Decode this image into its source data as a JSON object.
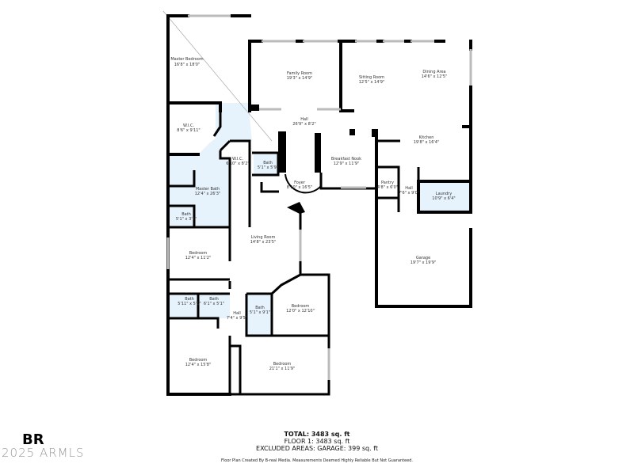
{
  "rooms": [
    {
      "name": "Master Bedroom",
      "dims": "16'8\" x 18'0\""
    },
    {
      "name": "Family Room",
      "dims": "19'3\" x 14'9\""
    },
    {
      "name": "Sitting Room",
      "dims": "12'5\" x 14'9\""
    },
    {
      "name": "Dining Area",
      "dims": "14'6\" x 12'5\""
    },
    {
      "name": "Hall",
      "dims": "26'9\" x 8'2\""
    },
    {
      "name": "W.I.C.",
      "dims": "8'6\" x 9'11\""
    },
    {
      "name": "Kitchen",
      "dims": "19'8\" x 16'4\""
    },
    {
      "name": "Breakfast Nook",
      "dims": "12'9\" x 11'9\""
    },
    {
      "name": "W.I.C.",
      "dims": "6'10\" x 8'2\""
    },
    {
      "name": "Bath",
      "dims": "5'1\" x 5'9\""
    },
    {
      "name": "Foyer",
      "dims": "8'10\" x 16'5\""
    },
    {
      "name": "Pantry",
      "dims": "4'8\" x 6'0\""
    },
    {
      "name": "Hall",
      "dims": "7'6\" x 9'0\""
    },
    {
      "name": "Laundry",
      "dims": "10'9\" x 6'4\""
    },
    {
      "name": "Master Bath",
      "dims": "12'4\" x 26'3\""
    },
    {
      "name": "Bath",
      "dims": "5'1\" x 3'7\""
    },
    {
      "name": "Living Room",
      "dims": "14'8\" x 23'5\""
    },
    {
      "name": "Bedroom",
      "dims": "12'4\" x 11'2\""
    },
    {
      "name": "Garage",
      "dims": "19'7\" x 19'9\""
    },
    {
      "name": "Bath",
      "dims": "5'11\" x 5'1\""
    },
    {
      "name": "Bath",
      "dims": "6'1\" x 5'1\""
    },
    {
      "name": "Hall",
      "dims": "7'4\" x 9'5\""
    },
    {
      "name": "Bath",
      "dims": "5'1\" x 9'1\""
    },
    {
      "name": "Bedroom",
      "dims": "12'0\" x 12'10\""
    },
    {
      "name": "Bedroom",
      "dims": "12'4\" x 15'8\""
    },
    {
      "name": "Bedroom",
      "dims": "21'1\" x 11'9\""
    }
  ],
  "summary": {
    "total": "TOTAL: 3483 sq. ft",
    "floor": "FLOOR 1: 3483 sq. ft",
    "excluded": "EXCLUDED AREAS: GARAGE: 399 sq. ft",
    "credit": "Floor Plan Created By B-real Media. Measurements Deemed Highly Reliable But Not Guaranteed."
  },
  "watermark": {
    "logo": "BR",
    "text": "2025 ARMLS"
  },
  "colors": {
    "bath_fill": "#e6f3fc",
    "wall": "#000000"
  }
}
